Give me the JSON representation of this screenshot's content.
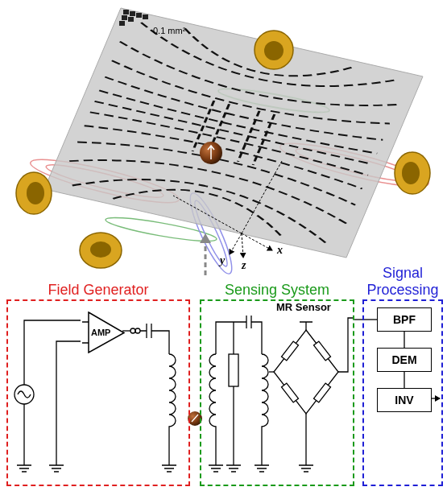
{
  "diagram": {
    "nodes": [
      {
        "text": [
          "Field Generator"
        ]
      },
      {
        "text": [
          "AMP"
        ],
        "in": 0
      },
      {
        "text": [
          "Sensing System"
        ]
      },
      {
        "text": [
          "Signal Processing"
        ]
      },
      {
        "text": [
          "BPF"
        ],
        "in": 3
      },
      {
        "text": [
          "DEM"
        ],
        "in": 3
      },
      {
        "text": [
          "INV"
        ],
        "in": 3
      }
    ],
    "edges": [
      {
        "from": 2,
        "to": 4,
        "arrow": "none"
      },
      {
        "from": 4,
        "to": 5,
        "arrow": "none"
      },
      {
        "from": 5,
        "to": 6,
        "arrow": "none"
      }
    ],
    "labels": [
      "0.1 mm²",
      "x",
      "y",
      "z",
      "MR Sensor"
    ]
  }
}
